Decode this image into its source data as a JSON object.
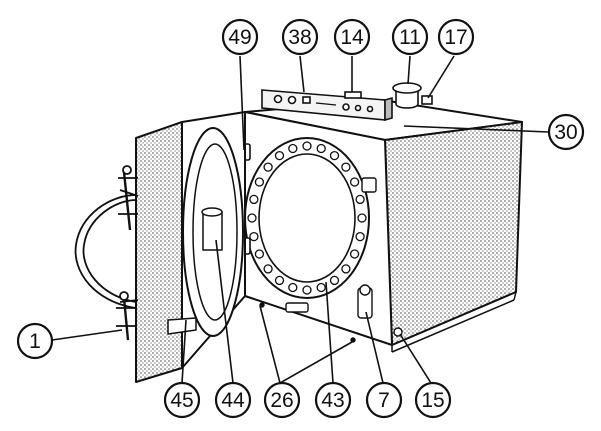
{
  "callouts": [
    {
      "id": "c1",
      "label": "1"
    },
    {
      "id": "c45",
      "label": "45"
    },
    {
      "id": "c44",
      "label": "44"
    },
    {
      "id": "c26",
      "label": "26"
    },
    {
      "id": "c43",
      "label": "43"
    },
    {
      "id": "c7",
      "label": "7"
    },
    {
      "id": "c15",
      "label": "15"
    },
    {
      "id": "c49",
      "label": "49"
    },
    {
      "id": "c38",
      "label": "38"
    },
    {
      "id": "c14",
      "label": "14"
    },
    {
      "id": "c11",
      "label": "11"
    },
    {
      "id": "c17",
      "label": "17"
    },
    {
      "id": "c30",
      "label": "30"
    }
  ]
}
